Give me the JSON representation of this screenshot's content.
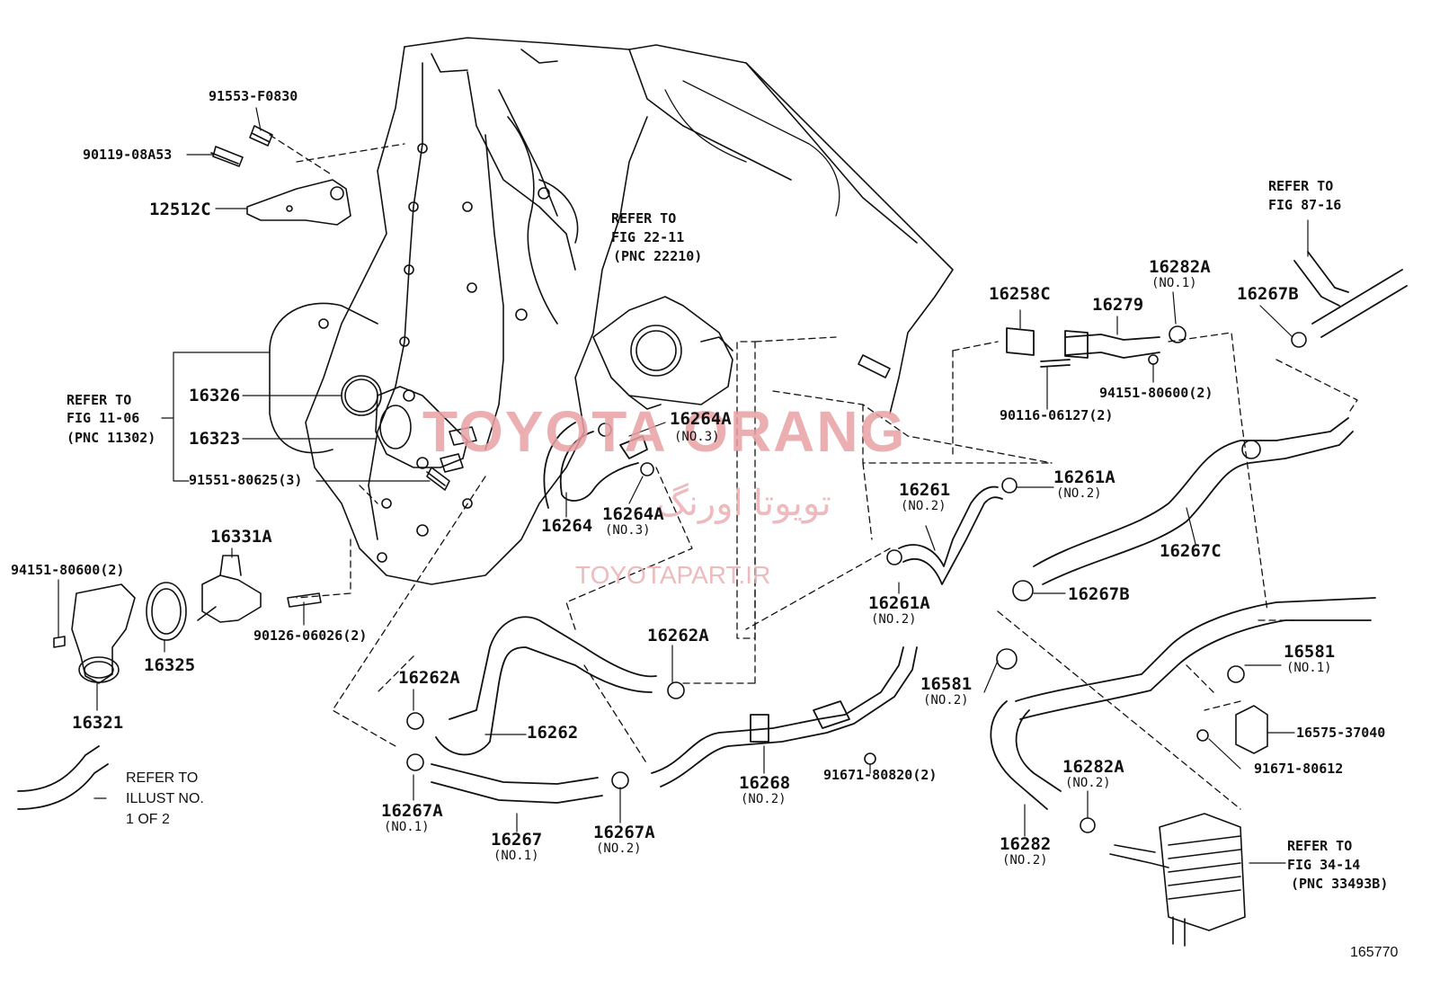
{
  "watermark": {
    "main": "TOYOTA ORANG",
    "persian": "تویوتا اورنگ",
    "site": "TOYOTAPART.IR"
  },
  "figure_number": "165770",
  "labels": {
    "p91553": "91553-F0830",
    "p90119": "90119-08A53",
    "p12512c": "12512C",
    "ref_fig_11_06_a": "REFER TO",
    "ref_fig_11_06_b": "FIG 11-06",
    "ref_fig_11_06_c": "(PNC 11302)",
    "p16326": "16326",
    "p16323": "16323",
    "p91551": "91551-80625(3)",
    "p16331a": "16331A",
    "p94151_left": "94151-80600(2)",
    "p16325": "16325",
    "p16321": "16321",
    "p90126": "90126-06026(2)",
    "illust_ref_a": "REFER TO",
    "illust_ref_b": "ILLUST NO.",
    "illust_ref_c": "1 OF 2",
    "ref_fig_22_11_a": "REFER TO",
    "ref_fig_22_11_b": "FIG 22-11",
    "ref_fig_22_11_c": "(PNC 22210)",
    "p16264a_1": "16264A",
    "p16264a_1_sub": "(NO.3)",
    "p16264": "16264",
    "p16264a_2": "16264A",
    "p16264a_2_sub": "(NO.3)",
    "p16262a_1": "16262A",
    "p16262a_2": "16262A",
    "p16262": "16262",
    "p16267a_1": "16267A",
    "p16267a_1_sub": "(NO.1)",
    "p16267": "16267",
    "p16267_sub": "(NO.1)",
    "p16267a_2": "16267A",
    "p16267a_2_sub": "(NO.2)",
    "p16268": "16268",
    "p16268_sub": "(NO.2)",
    "p91671_80820": "91671-80820(2)",
    "p16261": "16261",
    "p16261_sub": "(NO.2)",
    "p16261a_1": "16261A",
    "p16261a_1_sub": "(NO.2)",
    "p16261a_2": "16261A",
    "p16261a_2_sub": "(NO.2)",
    "p16258c": "16258C",
    "p16279": "16279",
    "p16282a_top": "16282A",
    "p16282a_top_sub": "(NO.1)",
    "p90116": "90116-06127(2)",
    "p94151_right": "94151-80600(2)",
    "ref_fig_87_16_a": "REFER TO",
    "ref_fig_87_16_b": "FIG 87-16",
    "p16267b_top": "16267B",
    "p16267c": "16267C",
    "p16267b_mid": "16267B",
    "p16581_1": "16581",
    "p16581_1_sub": "(NO.1)",
    "p16581_2": "16581",
    "p16581_2_sub": "(NO.2)",
    "p16575": "16575-37040",
    "p91671_80612": "91671-80612",
    "p16282a_bot": "16282A",
    "p16282a_bot_sub": "(NO.2)",
    "p16282": "16282",
    "p16282_sub": "(NO.2)",
    "ref_fig_34_14_a": "REFER TO",
    "ref_fig_34_14_b": "FIG 34-14",
    "ref_fig_34_14_c": "(PNC 33493B)"
  }
}
